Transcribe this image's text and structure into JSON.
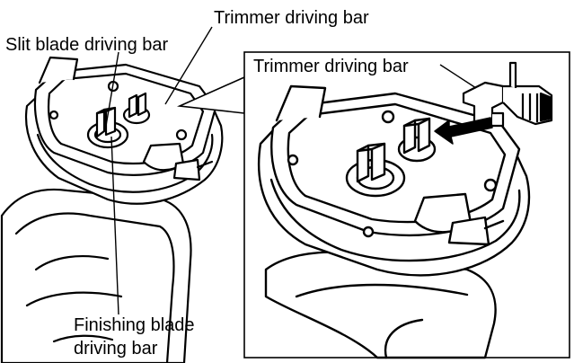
{
  "labels": {
    "slit_blade_bar": "Slit blade driving bar",
    "trimmer_bar_top": "Trimmer driving bar",
    "trimmer_bar_inset": "Trimmer driving bar",
    "finishing_bar_line1": "Finishing blade",
    "finishing_bar_line2": "driving bar"
  },
  "colors": {
    "ink": "#000000",
    "paper": "#ffffff"
  },
  "icons": {
    "direction": "black-arrow-left"
  }
}
